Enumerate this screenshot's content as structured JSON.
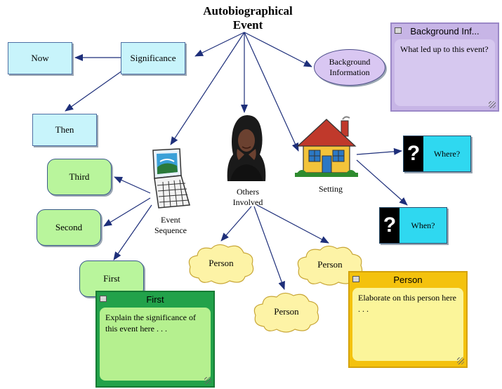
{
  "title": {
    "line1": "Autobiographical",
    "line2": "Event"
  },
  "nodes": {
    "now": "Now",
    "significance": "Significance",
    "then": "Then",
    "background": {
      "line1": "Background",
      "line2": "Information"
    },
    "third": "Third",
    "second": "Second",
    "first": "First",
    "event_sequence": {
      "line1": "Event",
      "line2": "Sequence"
    },
    "others": {
      "line1": "Others",
      "line2": "Involved"
    },
    "setting": "Setting",
    "where": "Where?",
    "when": "When?",
    "person_left": "Person",
    "person_right": "Person",
    "person_bottom": "Person",
    "question_mark": "?"
  },
  "notes": {
    "background": {
      "title": "Background Inf...",
      "body": "What led up to this event?",
      "color": "#c7b5e6"
    },
    "first": {
      "title": "First",
      "body": "Explain the significance of this event here . . .",
      "color": "#22a24a"
    },
    "person": {
      "title": "Person",
      "body": "Elaborate on this person here . . .",
      "color": "#f4c20d"
    }
  },
  "icons": [
    "laptop-icon",
    "woman-icon",
    "house-icon",
    "question-mark-icon"
  ],
  "colors": {
    "rect_fill": "#c8f4fb",
    "green_fill": "#b9f59c",
    "oval_fill": "#d9c7f2",
    "cloud_fill": "#fdf3a6",
    "line": "#1e2f7a"
  }
}
